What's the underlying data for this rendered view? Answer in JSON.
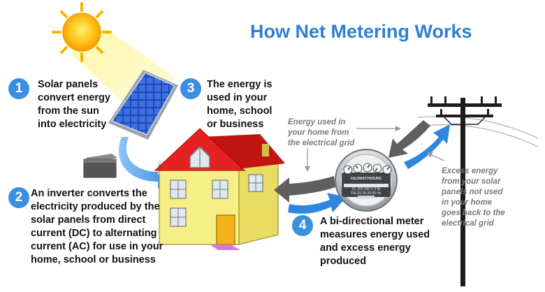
{
  "title": "How Net Metering Works",
  "steps": [
    {
      "number": "1",
      "lines": [
        "Solar panels",
        "convert energy",
        "from the sun",
        "into electricity"
      ]
    },
    {
      "number": "2",
      "lines": [
        "An inverter converts the",
        "electricity produced by the",
        "solar panels from direct",
        "current (DC) to alternating",
        "current (AC) for use in your",
        "home, school or business"
      ]
    },
    {
      "number": "3",
      "lines": [
        "The energy is",
        "used in your",
        "home, school",
        "or business"
      ]
    },
    {
      "number": "4",
      "lines": [
        "A bi-directional meter",
        "measures energy used",
        "and excess energy",
        "produced"
      ]
    }
  ],
  "notes": {
    "grid_in": [
      "Energy used in",
      "your home from",
      "the electrical grid"
    ],
    "excess_out": [
      "Excess energy",
      "from your solar",
      "panels not used",
      "in your home",
      "goes back to the",
      "electrical grid"
    ]
  },
  "meter": {
    "label": "KILOWATTHOURS",
    "spec_line1": "CL 200  240 V  3 W",
    "spec_line2": "FM 2S  TA 30  60 Hz"
  },
  "colors": {
    "title": "#2f7fd2",
    "badge": "#3a8fe0",
    "arrow_blue": "#3a8fe0",
    "arrow_gray": "#5f5f5f",
    "roof": "#d91a1a",
    "house_wall": "#f6ef86",
    "sun": "#f6b400"
  }
}
